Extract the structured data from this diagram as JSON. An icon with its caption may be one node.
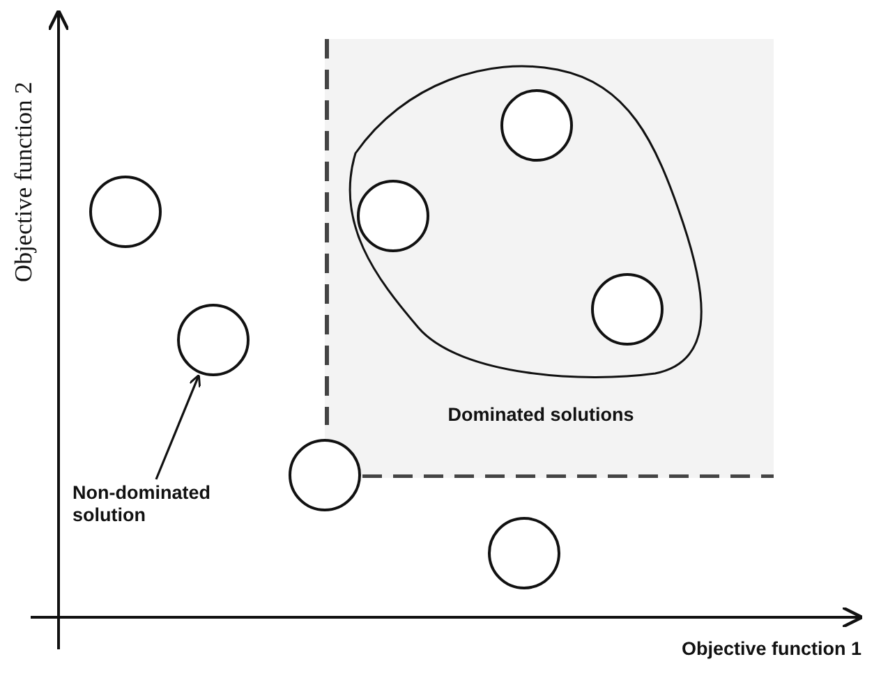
{
  "diagram": {
    "nodes": [
      {
        "text": [
          "Dominated solutions"
        ]
      },
      {
        "text": [],
        "shape": "circle"
      },
      {
        "text": [],
        "shape": "circle",
        "in": 0
      },
      {
        "text": [],
        "shape": "circle",
        "in": 0
      },
      {
        "text": [],
        "shape": "circle",
        "in": 0
      },
      {
        "text": [],
        "shape": "circle"
      },
      {
        "text": [],
        "shape": "circle"
      },
      {
        "text": [],
        "shape": "circle"
      },
      {
        "text": [
          "Non-dominated solution"
        ]
      }
    ],
    "edges": [
      {
        "from": 8,
        "to": 5,
        "arrow": "to"
      }
    ],
    "labels": [
      "Objective function 2",
      "Objective function 1"
    ]
  }
}
